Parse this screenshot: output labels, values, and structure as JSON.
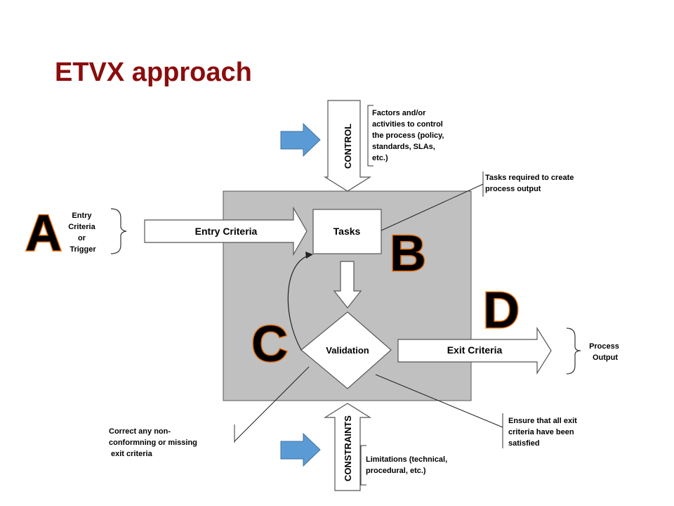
{
  "title": "ETVX approach",
  "letters": {
    "a": "A",
    "b": "B",
    "c": "C",
    "d": "D"
  },
  "labels": {
    "control": "CONTROL",
    "constraints": "CONSTRAINTS",
    "entry_criteria": "Entry Criteria",
    "exit_criteria": "Exit Criteria",
    "tasks": "Tasks",
    "validation": "Validation"
  },
  "notes": {
    "control": [
      "Factors and/or",
      "activities to control",
      "the process (policy,",
      "standards, SLAs,",
      "etc.)"
    ],
    "tasks": [
      "Tasks required to create",
      "process output"
    ],
    "entry": [
      "Entry",
      "Criteria",
      "or",
      "Trigger"
    ],
    "output": [
      "Process",
      "Output"
    ],
    "correct": [
      "Correct any non-",
      "conformning or missing",
      "exit criteria"
    ],
    "ensure": [
      "Ensure that all exit",
      "criteria have been",
      "satisfied"
    ],
    "limitations": [
      "Limitations (technical,",
      "procedural, etc.)"
    ]
  },
  "colors": {
    "title": "#8b0d0d",
    "process_box": "#c0c0c0",
    "blue_arrow": "#5b9bd5",
    "letter_outline": "#e36c0a"
  }
}
